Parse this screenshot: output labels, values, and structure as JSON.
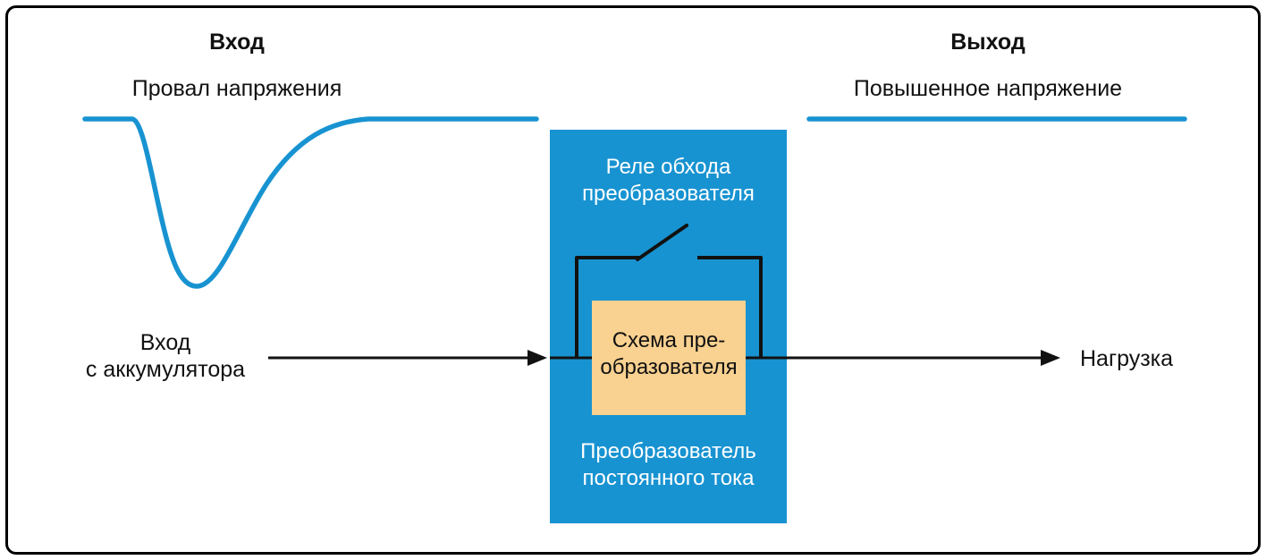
{
  "diagram": {
    "input": {
      "title": "Вход",
      "subtitle": "Провал напряжения"
    },
    "output": {
      "title": "Выход",
      "subtitle": "Повышенное напряжение"
    },
    "relay_label": {
      "line1": "Реле обхода",
      "line2": "преобразователя"
    },
    "converter_circuit": {
      "line1": "Схема пре-",
      "line2": "образователя"
    },
    "converter_block": {
      "line1": "Преобразователь",
      "line2": "постоянного тока"
    },
    "battery_input": {
      "line1": "Вход",
      "line2": "с аккумулятора"
    },
    "load_label": "Нагрузка",
    "colors": {
      "blue": "#1893d1",
      "orange": "#f9d190",
      "line_black": "#111111"
    }
  }
}
